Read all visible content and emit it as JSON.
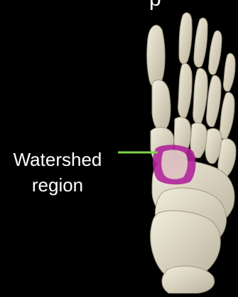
{
  "annotation": {
    "line1": "Watershed",
    "line2": "region",
    "title_fragment": "p"
  },
  "colors": {
    "background": "#000000",
    "bone": "#e8e2cf",
    "bone_shadow": "#b9b29d",
    "highlight": "#b1249b",
    "leader_line": "#7fd34a",
    "text": "#ffffff"
  }
}
